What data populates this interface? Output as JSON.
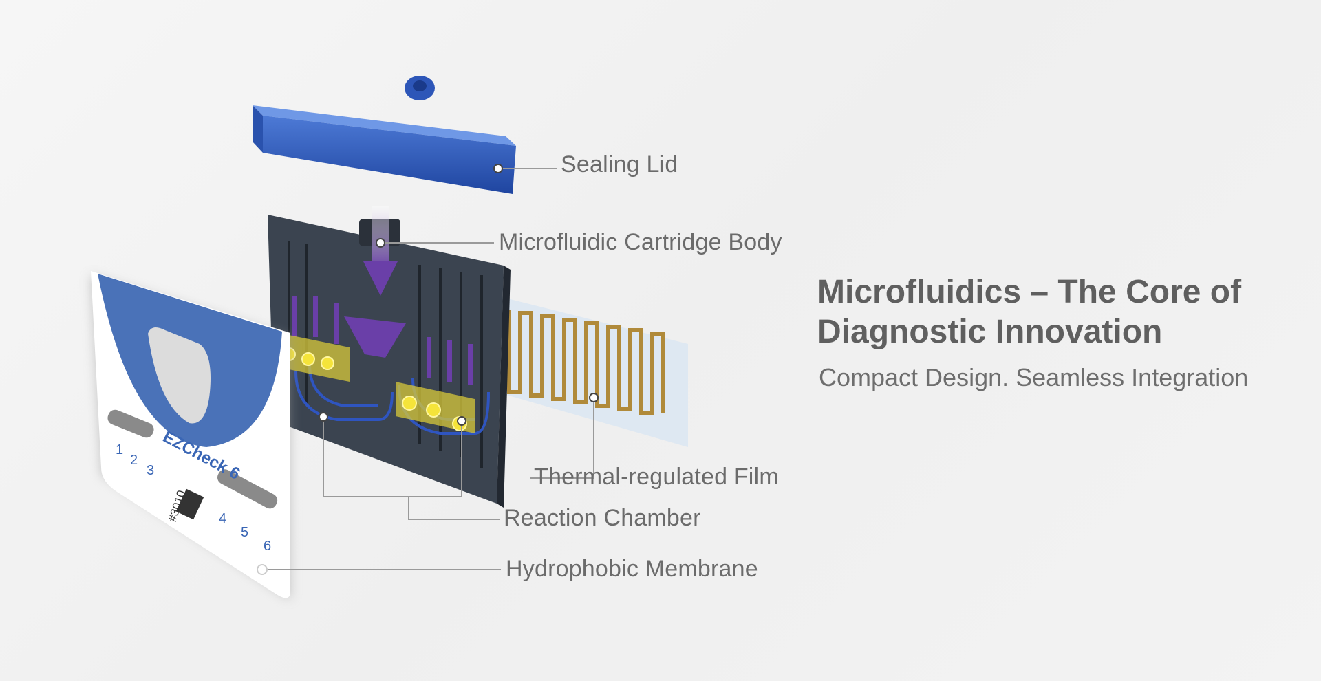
{
  "callouts": {
    "sealing_lid": "Sealing Lid",
    "cartridge_body": "Microfluidic Cartridge Body",
    "thermal_film": "Thermal-regulated Film",
    "reaction_chamber": "Reaction Chamber",
    "hydrophobic_membrane": "Hydrophobic Membrane"
  },
  "headline": {
    "line1": "Microfluidics – The Core of",
    "line2": "Diagnostic Innovation",
    "subtitle": "Compact Design. Seamless Integration"
  },
  "membrane_card": {
    "brand": "EZCheck 6",
    "code": "#3010",
    "wells": [
      "1",
      "2",
      "3",
      "4",
      "5",
      "6"
    ]
  },
  "colors": {
    "lid_blue": "#2f5bb8",
    "body_dark": "#3b4450",
    "flow_purple": "#6a3fa8",
    "chamber_yellow": "#d8c83a",
    "heater_gold": "#b08a3a",
    "text_gray": "#6b6b6b"
  }
}
